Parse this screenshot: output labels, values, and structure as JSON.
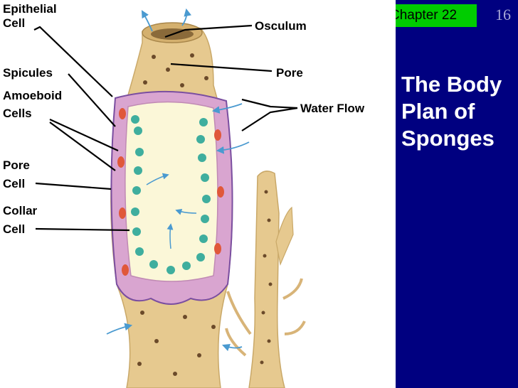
{
  "header": {
    "chapter_label": "Chapter 22",
    "slide_number": "16"
  },
  "title": {
    "line1": "The Body",
    "line2": "Plan of",
    "line3": "Sponges"
  },
  "labels": {
    "epithelial_1": "Epithelial",
    "epithelial_2": "Cell",
    "spicules": "Spicules",
    "amoeboid_1": "Amoeboid",
    "amoeboid_2": "Cells",
    "pore_cell_1": "Pore",
    "pore_cell_2": "Cell",
    "collar_1": "Collar",
    "collar_2": "Cell",
    "osculum": "Osculum",
    "pore": "Pore",
    "water_flow": "Water Flow"
  },
  "colors": {
    "panel": "#000080",
    "chapter_tab": "#00cc00",
    "sponge_body": "#e6c98f",
    "sponge_pore": "#6b4a2a",
    "cavity": "#fbf7d8",
    "collar_cell": "#3fae9e",
    "amoeboid_cell": "#e0583a",
    "wall": "#d9a5d0",
    "arrow": "#4a9ad0"
  }
}
